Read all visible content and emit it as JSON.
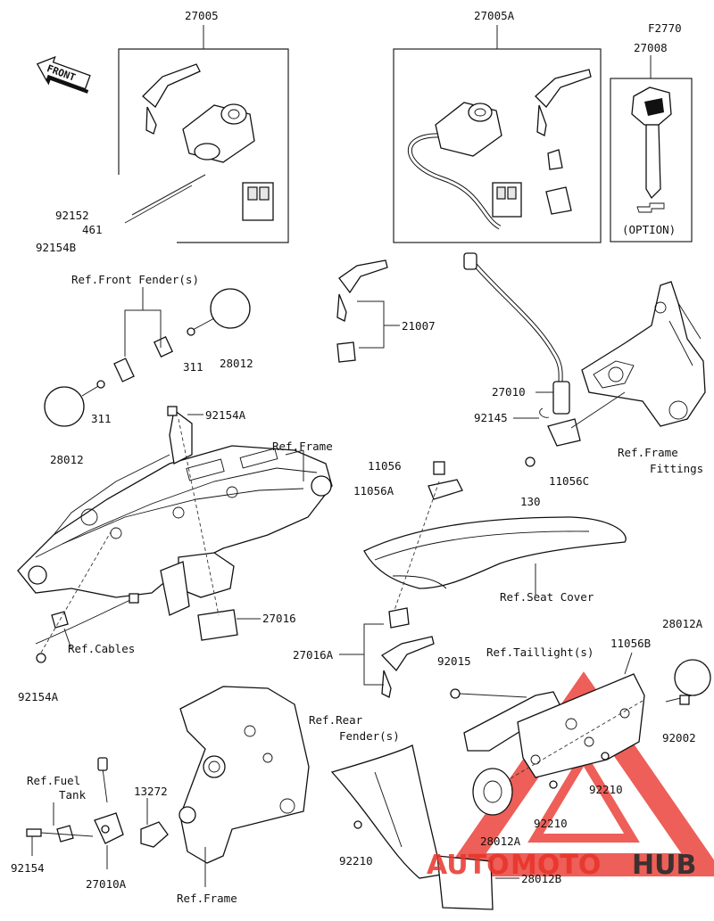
{
  "direction_arrow": "FRONT",
  "labels": {
    "l27005": "27005",
    "l27005A": "27005A",
    "lF2770": "F2770",
    "l27008": "27008",
    "option": "(OPTION)",
    "l92152": "92152",
    "l461": "461",
    "l92154B": "92154B",
    "ref_front_fender": "Ref.Front Fender(s)",
    "l311a": "311",
    "l28012a": "28012",
    "l311b": "311",
    "l28012b": "28012",
    "l21007": "21007",
    "l27010": "27010",
    "l92145": "92145",
    "ref_frame_fittings_1": "Ref.Frame",
    "ref_frame_fittings_2": "Fittings",
    "l130": "130",
    "l11056C": "11056C",
    "l92154A_top": "92154A",
    "ref_frame_top": "Ref.Frame",
    "l11056": "11056",
    "l11056A": "11056A",
    "ref_seat_cover": "Ref.Seat Cover",
    "l27016": "27016",
    "ref_cables": "Ref.Cables",
    "l92154A_bot": "92154A",
    "l27016A": "27016A",
    "l92015": "92015",
    "ref_taillight": "Ref.Taillight(s)",
    "l11056B": "11056B",
    "l28012A_top": "28012A",
    "l92002": "92002",
    "ref_rear_fender_1": "Ref.Rear",
    "ref_rear_fender_2": "Fender(s)",
    "l92210a": "92210",
    "l92210b": "92210",
    "l28012A_bot": "28012A",
    "l92210c": "92210",
    "l28012B": "28012B",
    "ref_fuel_tank_1": "Ref.Fuel",
    "ref_fuel_tank_2": "Tank",
    "l13272": "13272",
    "l92154": "92154",
    "l27010A": "27010A",
    "ref_frame_bottom": "Ref.Frame"
  },
  "watermark": {
    "word1": "AUTO",
    "word2": "MOTO",
    "word3": "HUB",
    "color_red": "#e8332a",
    "color_dark": "#2b2b2b"
  }
}
